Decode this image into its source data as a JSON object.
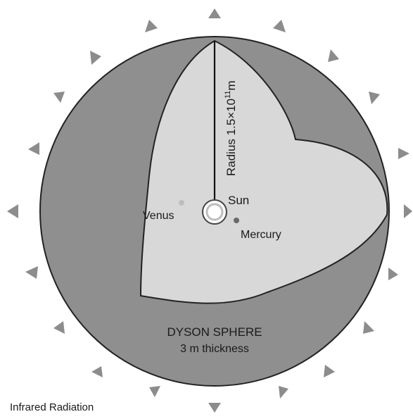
{
  "labels": {
    "radius": "Radius 1.5×10",
    "radius_exponent": "11",
    "radius_unit": "m",
    "sun": "Sun",
    "venus": "Venus",
    "mercury": "Mercury",
    "sphere_title": "DYSON SPHERE",
    "sphere_thickness": "3 m thickness",
    "radiation": "Infrared Radiation"
  },
  "colors": {
    "shell_outer": "#8f8f8f",
    "shell_inner": "#d8d8d8",
    "outline": "#222222",
    "arrow": "#8c8c8c",
    "venus": "#bdbdbd",
    "mercury": "#6a6a6a"
  }
}
